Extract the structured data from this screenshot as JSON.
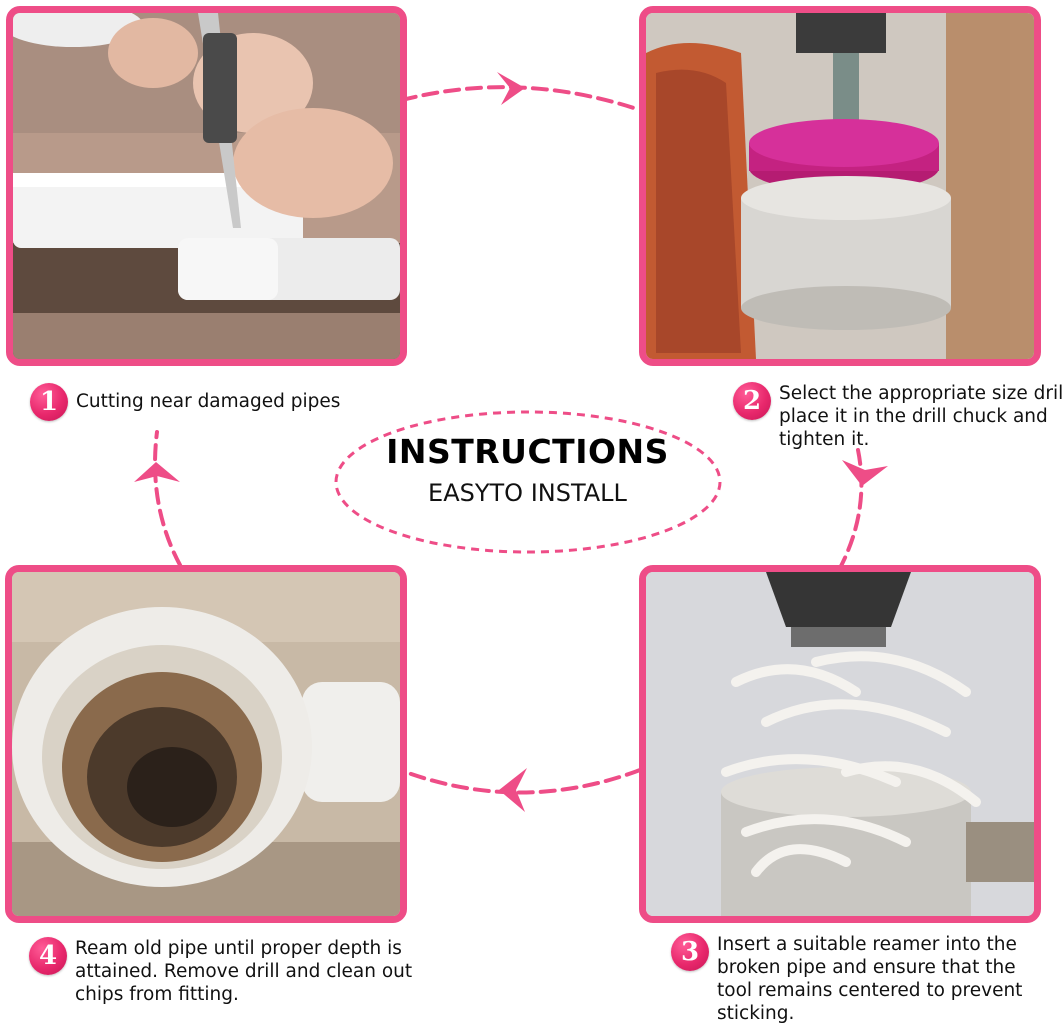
{
  "center": {
    "title": "INSTRUCTIONS",
    "subtitle": "EASYTO INSTALL"
  },
  "colors": {
    "accent": "#ee4d87",
    "badge": "#e8286c"
  },
  "steps": [
    {
      "number": "1",
      "text": "Cutting near damaged pipes",
      "image": "cutting-pvc-pipe-photo"
    },
    {
      "number": "2",
      "text": "Select the appropriate size drill, place it in the drill chuck and tighten it.",
      "image": "drill-with-pink-bit-photo"
    },
    {
      "number": "3",
      "text": "Insert a suitable reamer into the broken pipe and ensure that the tool remains centered to prevent sticking.",
      "image": "reamer-in-pipe-photo"
    },
    {
      "number": "4",
      "text": "Ream old pipe until proper depth is attained. Remove drill and clean out chips from fitting.",
      "image": "reamed-pipe-fitting-photo"
    }
  ]
}
